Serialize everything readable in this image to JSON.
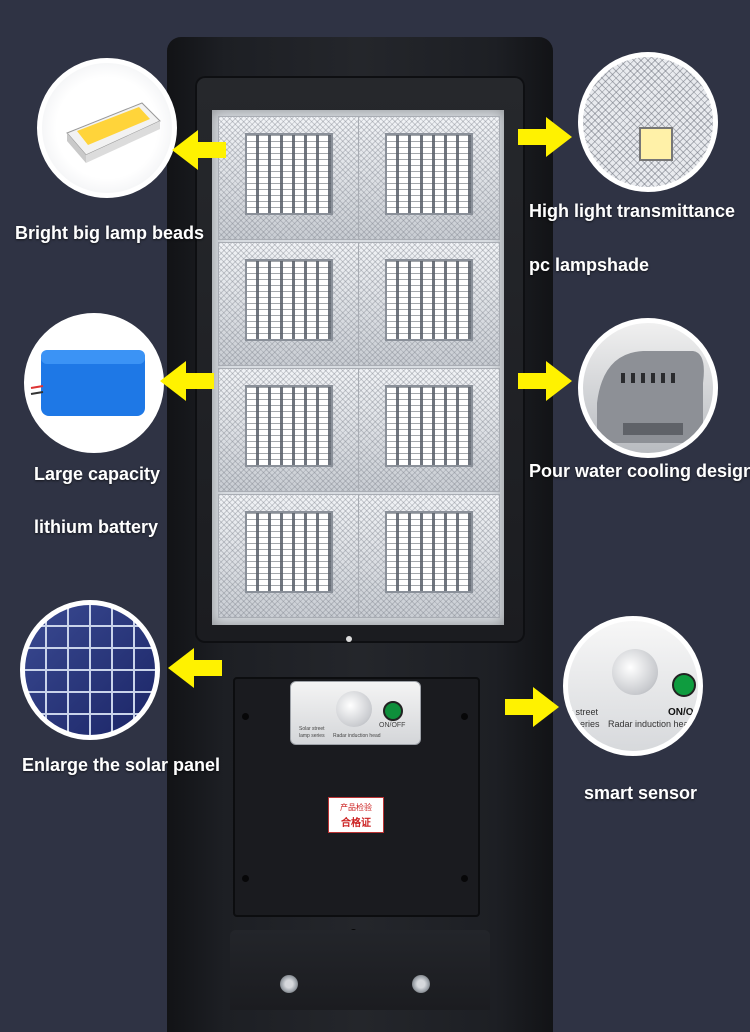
{
  "features": {
    "lamp_beads": {
      "label": "Bright big lamp beads",
      "icon": "led-chip-icon"
    },
    "lampshade": {
      "line1": "High light transmittance",
      "line2": "pc lampshade",
      "icon": "lens-array-icon"
    },
    "battery": {
      "line1": "Large capacity",
      "line2": "lithium battery",
      "icon": "battery-pack-icon"
    },
    "cooling": {
      "label": "Pour water cooling design",
      "icon": "cooling-vent-icon"
    },
    "solar": {
      "label": "Enlarge the solar panel",
      "icon": "solar-panel-icon"
    },
    "sensor": {
      "label": "smart sensor",
      "icon": "pir-sensor-icon"
    }
  },
  "sensor_module": {
    "switch_label": "ON/OFF",
    "text1": "Solar street",
    "text2": "lamp series",
    "text3": "Radar induction head"
  },
  "sensor_zoom": {
    "text1": "r street",
    "text2": "r series",
    "text3": "Radar induction head",
    "switch_label": "ON/OF"
  },
  "certificate": {
    "title": "产品检验",
    "text": "合格证"
  },
  "colors": {
    "background": "#2f3344",
    "arrow": "#fff200",
    "label": "#ffffff"
  }
}
